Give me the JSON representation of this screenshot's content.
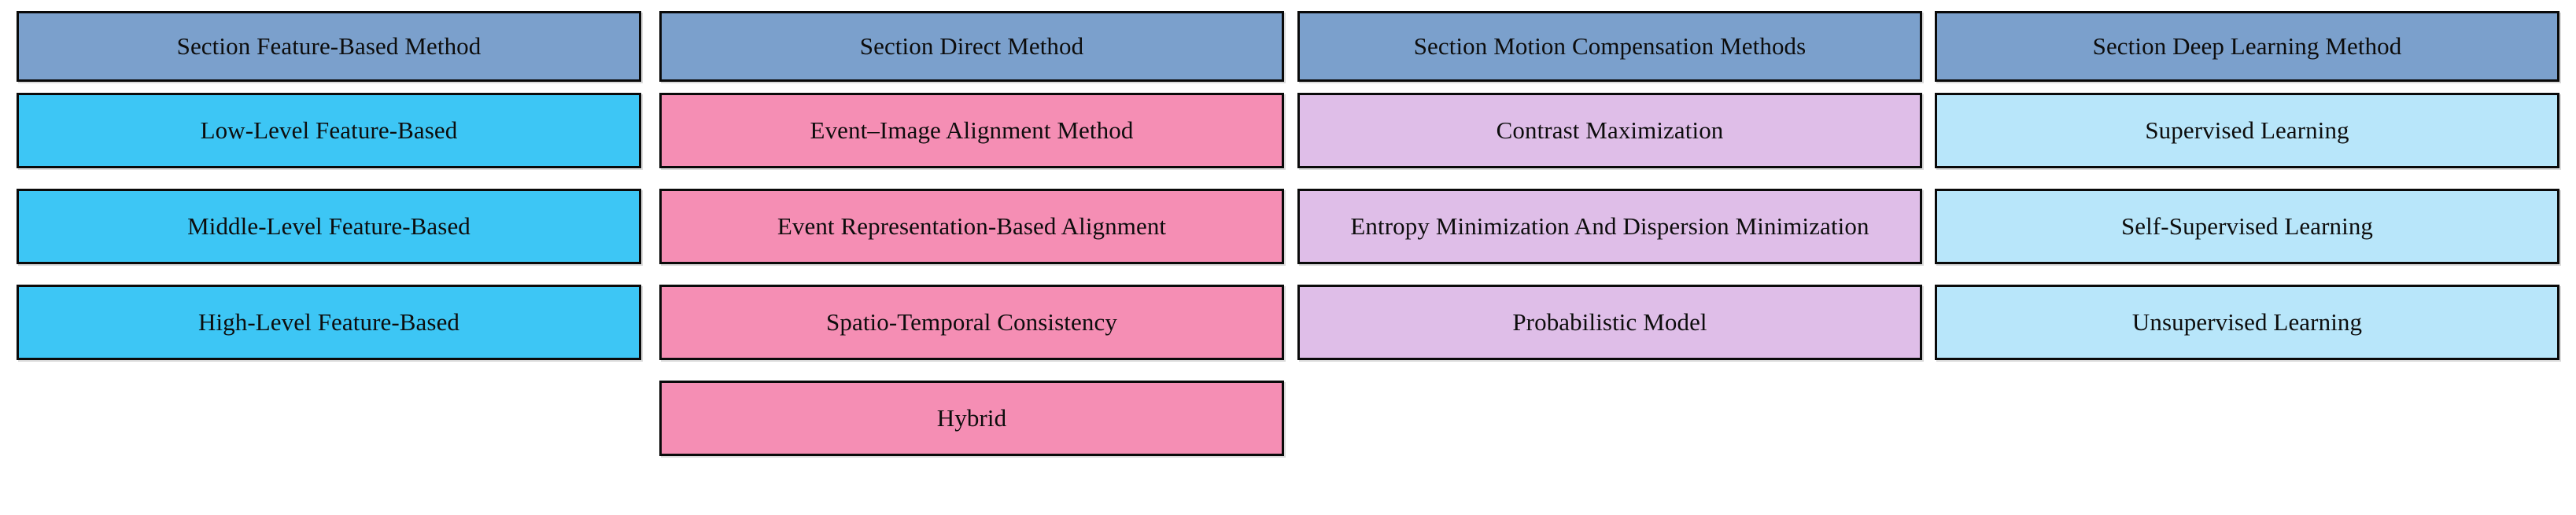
{
  "diagram": {
    "type": "taxonomy-columns",
    "background_color": "#ffffff",
    "columns": [
      {
        "id": "feature-based",
        "header": {
          "label": "Section Feature-Based Method",
          "color": "#7ba0cc"
        },
        "node_color": "#3dc6f5",
        "nodes": [
          {
            "label": "Low-Level Feature-Based"
          },
          {
            "label": "Middle-Level Feature-Based"
          },
          {
            "label": "High-Level Feature-Based"
          }
        ]
      },
      {
        "id": "direct-method",
        "header": {
          "label": "Section Direct Method",
          "color": "#7ba0cc"
        },
        "node_color": "#f58eb4",
        "nodes": [
          {
            "label": "Event–Image Alignment Method"
          },
          {
            "label": "Event Representation-Based Alignment"
          },
          {
            "label": "Spatio-Temporal Consistency"
          },
          {
            "label": "Hybrid"
          }
        ]
      },
      {
        "id": "motion-compensation",
        "header": {
          "label": "Section Motion Compensation Methods",
          "color": "#7ba0cc"
        },
        "node_color": "#dfbee8",
        "nodes": [
          {
            "label": "Contrast Maximization"
          },
          {
            "label": "Entropy Minimization And Dispersion Minimization"
          },
          {
            "label": "Probabilistic Model"
          }
        ]
      },
      {
        "id": "deep-learning",
        "header": {
          "label": "Section Deep Learning Method",
          "color": "#7ba0cc"
        },
        "node_color": "#b8e6fa",
        "nodes": [
          {
            "label": "Supervised Learning"
          },
          {
            "label": "Self-Supervised Learning"
          },
          {
            "label": "Unsupervised Learning"
          }
        ]
      }
    ]
  }
}
